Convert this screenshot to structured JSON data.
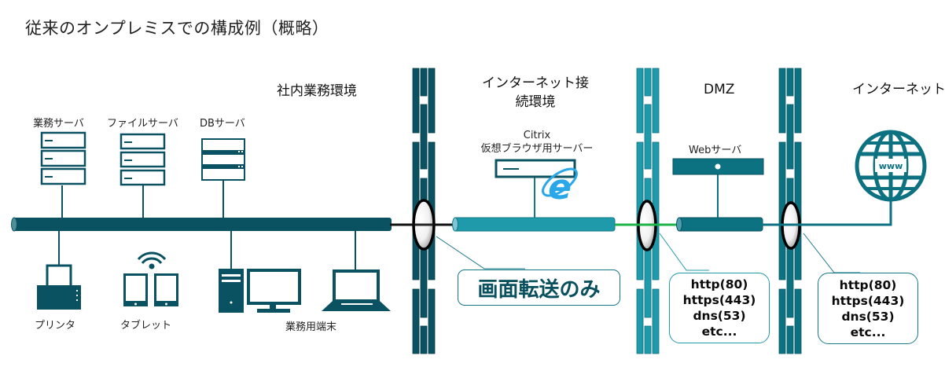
{
  "title": "従来のオンプレミスでの構成例（概略）",
  "zones": {
    "internal": "社内業務環境",
    "internet_connect_line1": "インターネット接",
    "internet_connect_line2": "続環境",
    "dmz": "DMZ",
    "internet": "インターネット"
  },
  "servers": {
    "business": "業務サーバ",
    "file": "ファイルサーバ",
    "db": "DBサーバ",
    "citrix_line1": "Citrix",
    "citrix_line2": "仮想ブラウザ用サーバー",
    "web": "Webサーバ"
  },
  "devices": {
    "printer": "プリンタ",
    "tablet": "タブレット",
    "terminal": "業務用端末"
  },
  "globe_text": "www",
  "callouts": {
    "screen_transfer": "画面転送のみ",
    "dmz_ports": [
      "http(80)",
      "https(443)",
      "dns(53)",
      "etc..."
    ],
    "internet_ports": [
      "http(80)",
      "https(443)",
      "dns(53)",
      "etc..."
    ]
  },
  "colors": {
    "dark_teal": "#0a5261",
    "mid_teal": "#157887",
    "light_teal": "#1f9aab",
    "green_link": "#1db34a",
    "ie_blue": "#2aa7e8"
  }
}
